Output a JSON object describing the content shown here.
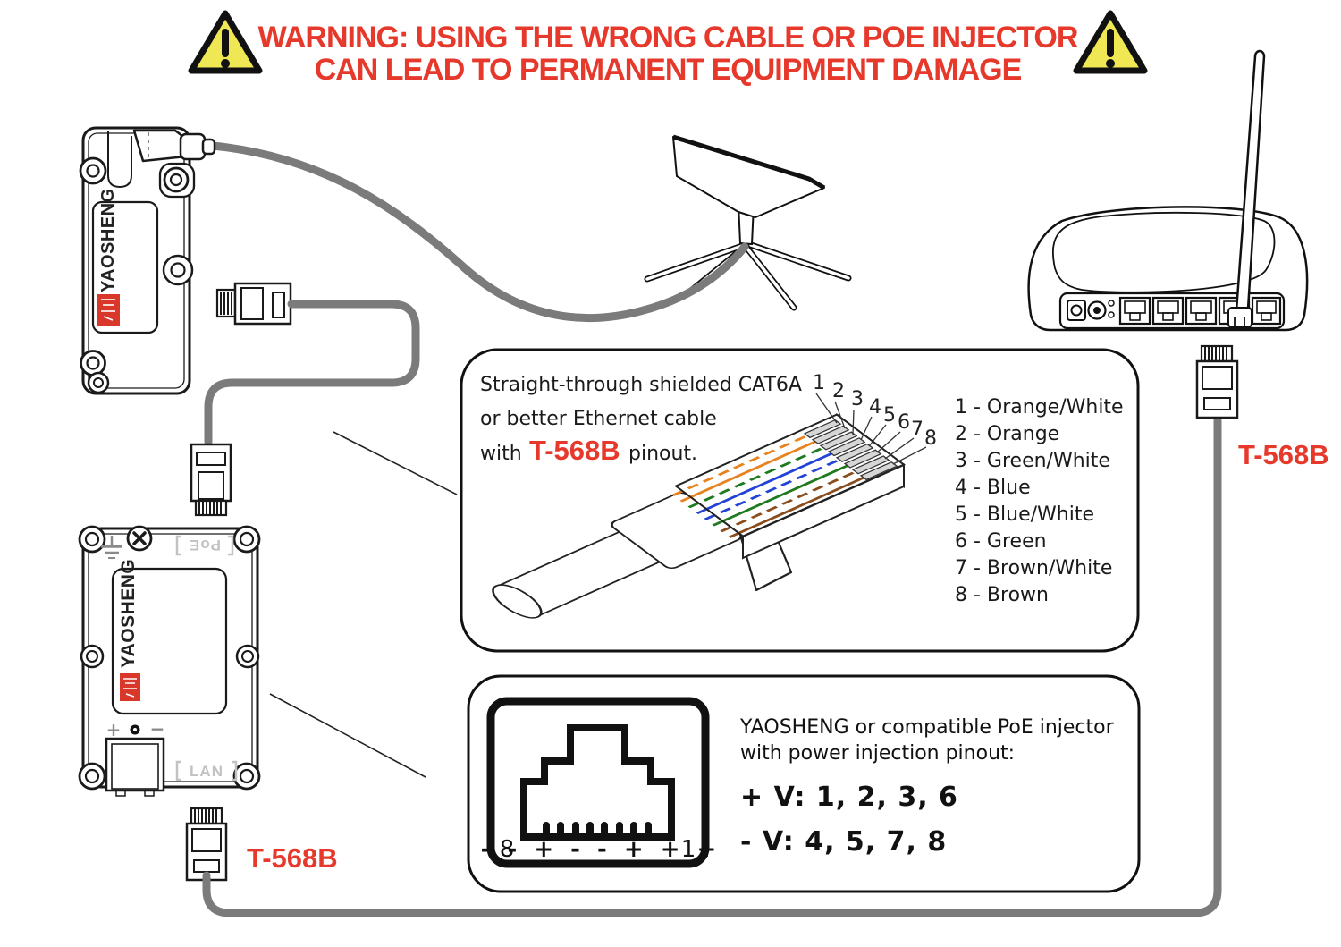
{
  "warning": {
    "line1": "WARNING: USING THE WRONG CABLE OR POE INJECTOR",
    "line2": "CAN LEAD TO PERMANENT EQUIPMENT DAMAGE",
    "text_color": "#E6392C",
    "triangle_color": "#F0E755"
  },
  "devices": {
    "adapter": {
      "brand": "YAOSHENG"
    },
    "injector": {
      "brand": "YAOSHENG",
      "port_top": "PoE",
      "port_bottom": "LAN",
      "terminal_plus": "+",
      "terminal_minus": "−"
    }
  },
  "labels": {
    "t568b_injector": "T-568B",
    "t568b_router": "T-568B"
  },
  "cable_box": {
    "desc_line1": "Straight-through shielded CAT6A",
    "desc_line2": "or better Ethernet cable",
    "desc_line3_prefix": "with",
    "desc_line3_highlight": "T-568B",
    "desc_line3_suffix": "pinout.",
    "pin_numbers": [
      "1",
      "2",
      "3",
      "4",
      "5",
      "6",
      "7",
      "8"
    ],
    "pinout_labels": [
      "1 - Orange/White",
      "2 - Orange",
      "3 - Green/White",
      "4 - Blue",
      "5 - Blue/White",
      "6 - Green",
      "7 - Brown/White",
      "8 - Brown"
    ],
    "wire_hex": [
      "#E8821E",
      "#E8821E",
      "#1E7A1E",
      "#2343D6",
      "#2343D6",
      "#1E7A1E",
      "#8A4D1E",
      "#8A4D1E"
    ]
  },
  "injector_box": {
    "line1": "YAOSHENG or compatible PoE injector",
    "line2": "with power injection pinout:",
    "plus_v": "+ V: 1, 2, 3, 6",
    "minus_v": "- V: 4, 5, 7, 8",
    "jack": {
      "left_pin": "8",
      "right_pin": "1",
      "polarity": "- - + - - + + +"
    }
  },
  "colors": {
    "accent_red": "#E6392C",
    "cable_gray": "#7B7B7B",
    "logo_red": "#D8372A",
    "warning_yellow": "#F0E755"
  }
}
